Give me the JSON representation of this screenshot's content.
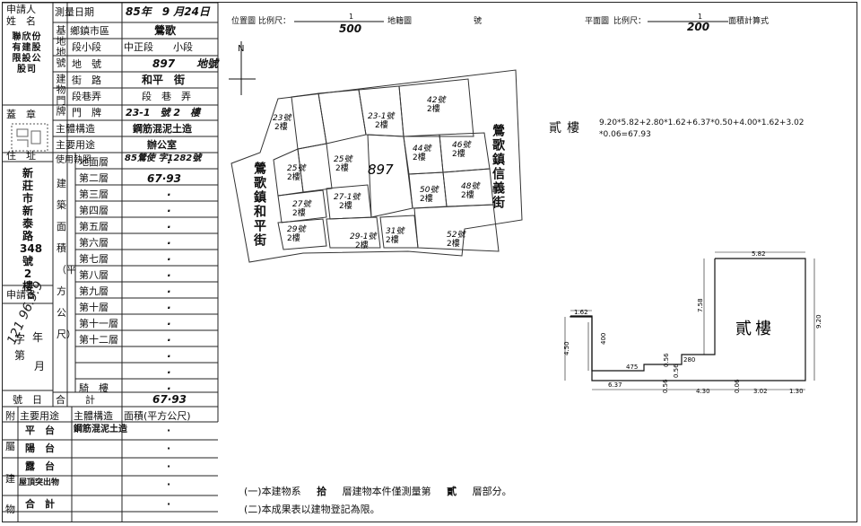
{
  "left_table": {
    "applicant_label_1": "申請人",
    "applicant_label_2": "姓　名",
    "applicant_name": "聯欣份有建股限設公股司",
    "survey_date_label": "測量日期",
    "survey_date_value": "85年　9 月24日",
    "base_label": "基地地號",
    "township_label": "鄉鎮市區",
    "township_value": "鶯歌",
    "section_label": "段小段",
    "section_value": "中正段　　小段",
    "land_no_label": "地　號",
    "land_no_value": "897　　地號",
    "building_label": "建物門牌",
    "street_label": "街　路",
    "street_value": "和平　街",
    "lane_label": "段巷弄",
    "lane_value": "段　巷　弄",
    "door_label": "門　牌",
    "door_value": "23-1　號 2　樓",
    "seal_label": "蓋　章",
    "structure_label": "主體構造",
    "structure_value": "鋼筋混泥土造",
    "use_label": "主要用途",
    "use_value": "辦公室",
    "permit_label": "使用執照",
    "permit_value": "85鶯使 字1282號",
    "address_label": "住　址",
    "address_value": "新莊市新泰路348號2樓",
    "area_label_chars": "建築面積（平方公尺）",
    "floors": [
      {
        "name": "地面層",
        "value": "·"
      },
      {
        "name": "第二層",
        "value": "67·93"
      },
      {
        "name": "第三層",
        "value": "·"
      },
      {
        "name": "第四層",
        "value": "·"
      },
      {
        "name": "第五層",
        "value": "·"
      },
      {
        "name": "第六層",
        "value": "·"
      },
      {
        "name": "第七層",
        "value": "·"
      },
      {
        "name": "第八層",
        "value": "·"
      },
      {
        "name": "第九層",
        "value": "·"
      },
      {
        "name": "第十層",
        "value": "·"
      },
      {
        "name": "第十一層",
        "value": "·"
      },
      {
        "name": "第十二層",
        "value": "·"
      },
      {
        "name": "",
        "value": "·"
      },
      {
        "name": "",
        "value": "·"
      },
      {
        "name": "騎　樓",
        "value": "·"
      }
    ],
    "applicant_book_label": "申請書",
    "word_label": "字",
    "year_label": "年",
    "num_label": "第",
    "month_label": "月",
    "day_label": "號　日",
    "stamp_value": "121 96.9.9",
    "total_label": "合　　計",
    "total_value": "67·93"
  },
  "attached": {
    "section_label": "附屬建物",
    "header_use": "主要用途",
    "header_structure": "主體構造",
    "header_area": "面積(平方公尺)",
    "rows": [
      {
        "use": "平　台",
        "structure": "鋼筋混泥土造",
        "area": "·"
      },
      {
        "use": "陽　台",
        "structure": "",
        "area": "·"
      },
      {
        "use": "露　台",
        "structure": "",
        "area": "·"
      },
      {
        "use": "屋頂突出物",
        "structure": "",
        "area": "·"
      },
      {
        "use": "合　計",
        "structure": "",
        "area": "·"
      }
    ]
  },
  "location_map": {
    "title_pos": "位置圖",
    "scale_label": "比例尺：",
    "scale_num": "1",
    "scale_den": "500",
    "cadastral": "地籍圖",
    "hao": "號",
    "north": "N",
    "street_right": "鶯歌鎮信義街",
    "street_left": "鶯歌鎮和平街",
    "lot_no": "897",
    "units": [
      "23號 2樓",
      "23-1號 2樓",
      "42號 2樓",
      "46號 2樓",
      "44號 2樓",
      "25號 2樓",
      "27號 2樓",
      "27-1號 2樓",
      "50號 2樓",
      "48號 2樓",
      "29號 2樓",
      "29-1號 2樓",
      "52號 2樓",
      "31號 2樓",
      "25號 2樓"
    ]
  },
  "floor_plan": {
    "title": "平面圖",
    "scale_label": "比例尺：",
    "scale_num": "1",
    "scale_den": "200",
    "calc_label": "面積計算式",
    "floor_name": "貳樓",
    "formula_line1": "9.20*5.82+2.80*1.62+6.37*0.50+4.00*1.62+3.02",
    "formula_line2": "*0.06=67.93",
    "dims": [
      "5.82",
      "7.58",
      "9.20",
      "1.62",
      "4.50",
      "400",
      "475",
      "0.56",
      "280",
      "0.56",
      "6.37",
      "0.56",
      "4.30",
      "0.06",
      "3.02",
      "1.30"
    ],
    "plan_label": "貳樓"
  },
  "notes": {
    "note1_prefix": "(一)本建物系",
    "note1_floors": "拾",
    "note1_mid": "層建物本件僅測量第",
    "note1_floor": "貳",
    "note1_suffix": "層部分。",
    "note2": "(二)本成果表以建物登記為限。"
  }
}
